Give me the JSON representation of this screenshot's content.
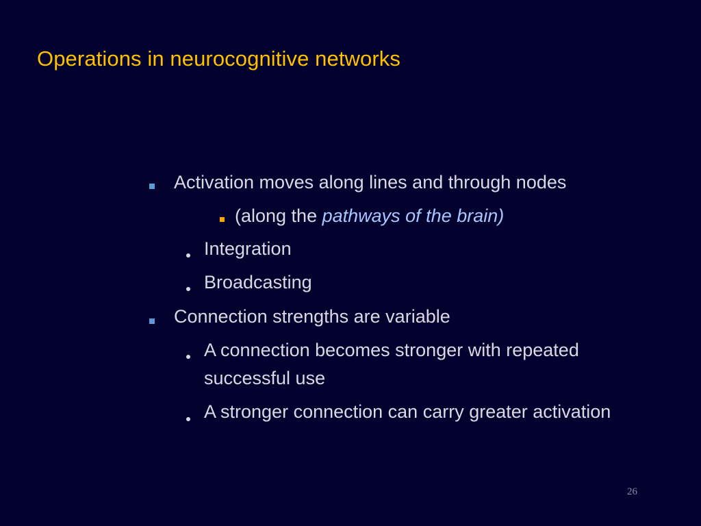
{
  "slide": {
    "title": "Operations in neurocognitive networks",
    "page_number": "26",
    "bullets": {
      "b1": "Activation moves along lines and through nodes",
      "b1_sub_prefix": "(along the ",
      "b1_sub_emphasis": "pathways of the brain)",
      "b1_dot1": "Integration",
      "b1_dot2": "Broadcasting",
      "b2": "Connection strengths are variable",
      "b2_dot1_line1": "A connection becomes stronger with repeated",
      "b2_dot1_line2": "successful use",
      "b2_dot2": "A stronger connection can carry greater activation"
    }
  }
}
